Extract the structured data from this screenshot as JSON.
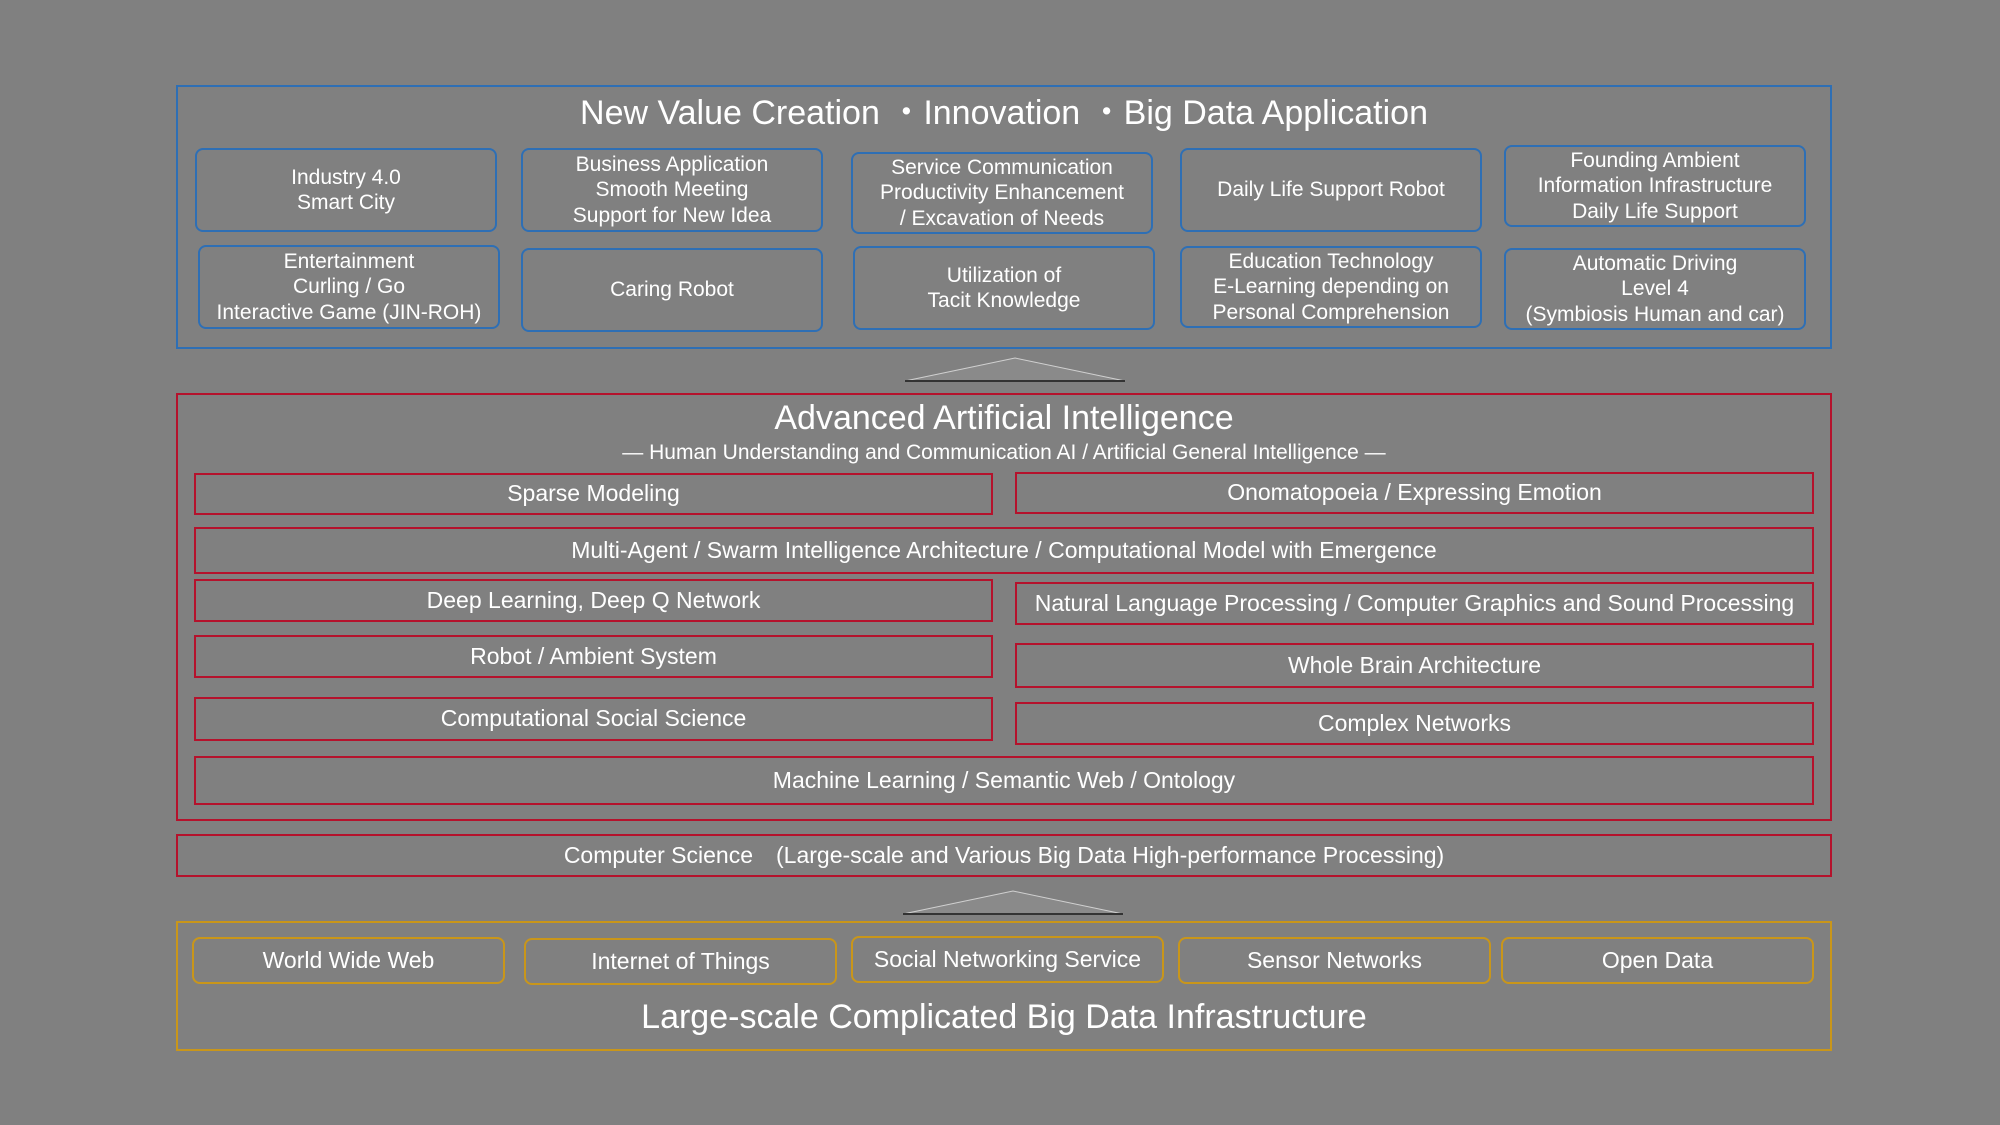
{
  "top_layer": {
    "title": "New Value Creation ・Innovation ・Big Data Application",
    "row1": [
      "Industry 4.0\nSmart City",
      "Business Application\nSmooth Meeting\nSupport for New Idea",
      "Service Communication\nProductivity Enhancement\n/ Excavation of Needs",
      "Daily Life Support Robot",
      "Founding Ambient\nInformation Infrastructure\nDaily Life Support"
    ],
    "row2": [
      "Entertainment\nCurling / Go\nInteractive Game (JIN-ROH)",
      "Caring Robot",
      "Utilization of\nTacit Knowledge",
      "Education Technology\nE-Learning depending on\nPersonal Comprehension",
      "Automatic Driving\nLevel 4\n(Symbiosis Human and car)"
    ],
    "border_color": "#2e6fb5"
  },
  "ai_layer": {
    "title": "Advanced Artificial Intelligence",
    "subtitle": "― Human Understanding and Communication AI / Artificial General Intelligence ―",
    "sparse_modeling": "Sparse Modeling",
    "onomatopoeia": "Onomatopoeia /  Expressing Emotion",
    "multi_agent": "Multi-Agent / Swarm Intelligence Architecture /  Computational Model with Emergence",
    "deep_learning": "Deep Learning, Deep Q Network",
    "nlp": "Natural Language Processing / Computer Graphics and Sound Processing",
    "robot": "Robot / Ambient System",
    "whole_brain": "Whole Brain Architecture",
    "social_science": "Computational Social Science",
    "complex_networks": "Complex Networks",
    "machine_learning": "Machine Learning /  Semantic Web / Ontology",
    "border_color": "#b5122c"
  },
  "cs_layer": {
    "label": "Computer Science　(Large-scale and Various Big Data High-performance Processing)"
  },
  "infra_layer": {
    "items": [
      "World Wide Web",
      "Internet of Things",
      "Social Networking Service",
      "Sensor Networks",
      "Open Data"
    ],
    "title": "Large-scale Complicated Big Data Infrastructure",
    "border_color": "#c9961a"
  },
  "background_color": "#808080"
}
